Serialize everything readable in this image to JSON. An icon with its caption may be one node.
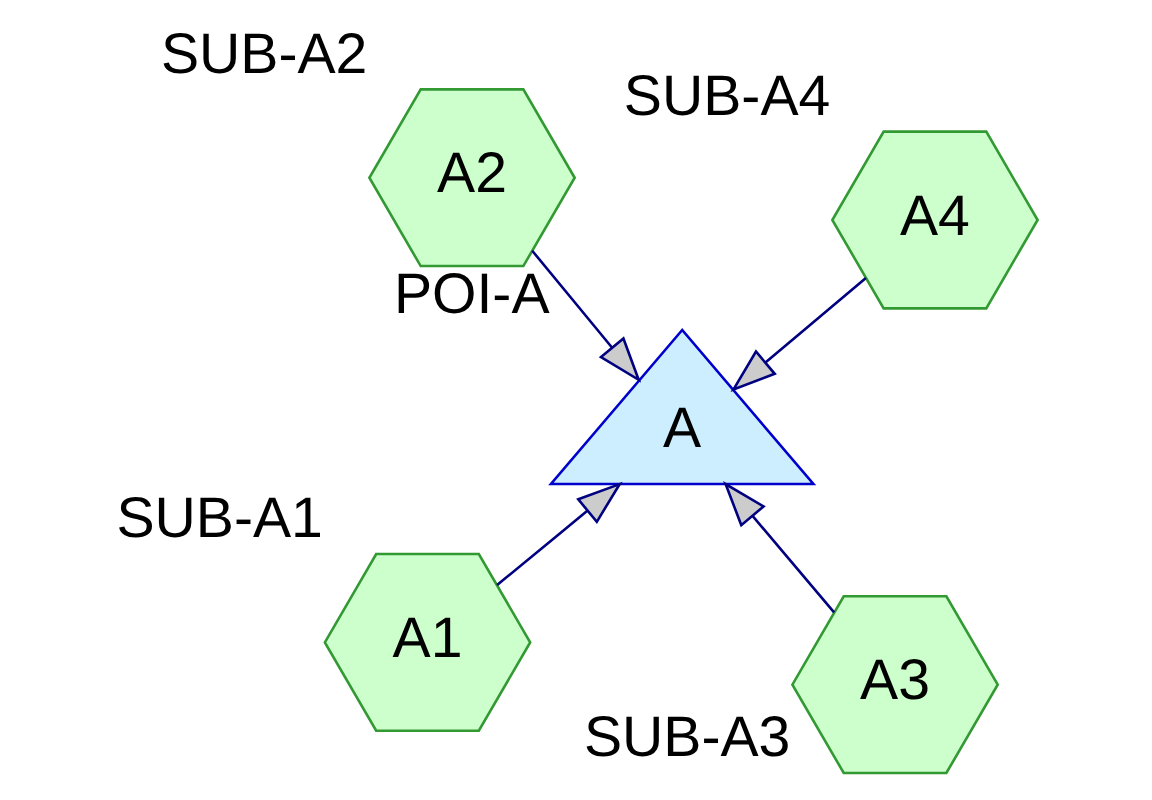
{
  "diagram": {
    "nodes": [
      {
        "text": [
          "A1"
        ],
        "beside": [
          "SUB-A1"
        ]
      },
      {
        "text": [
          "A3"
        ],
        "beside": [
          "SUB-A3"
        ]
      },
      {
        "text": [
          "A"
        ],
        "beside": [
          "POI-A"
        ]
      },
      {
        "text": [
          "A2"
        ],
        "beside": [
          "SUB-A2"
        ]
      },
      {
        "text": [
          "A4"
        ],
        "beside": [
          "SUB-A4"
        ]
      }
    ],
    "edges": [
      {
        "from": 0,
        "to": 2,
        "arrow": "to"
      },
      {
        "from": 1,
        "to": 2,
        "arrow": "to"
      },
      {
        "from": 3,
        "to": 2,
        "arrow": "to"
      },
      {
        "from": 4,
        "to": 2,
        "arrow": "to"
      }
    ]
  }
}
